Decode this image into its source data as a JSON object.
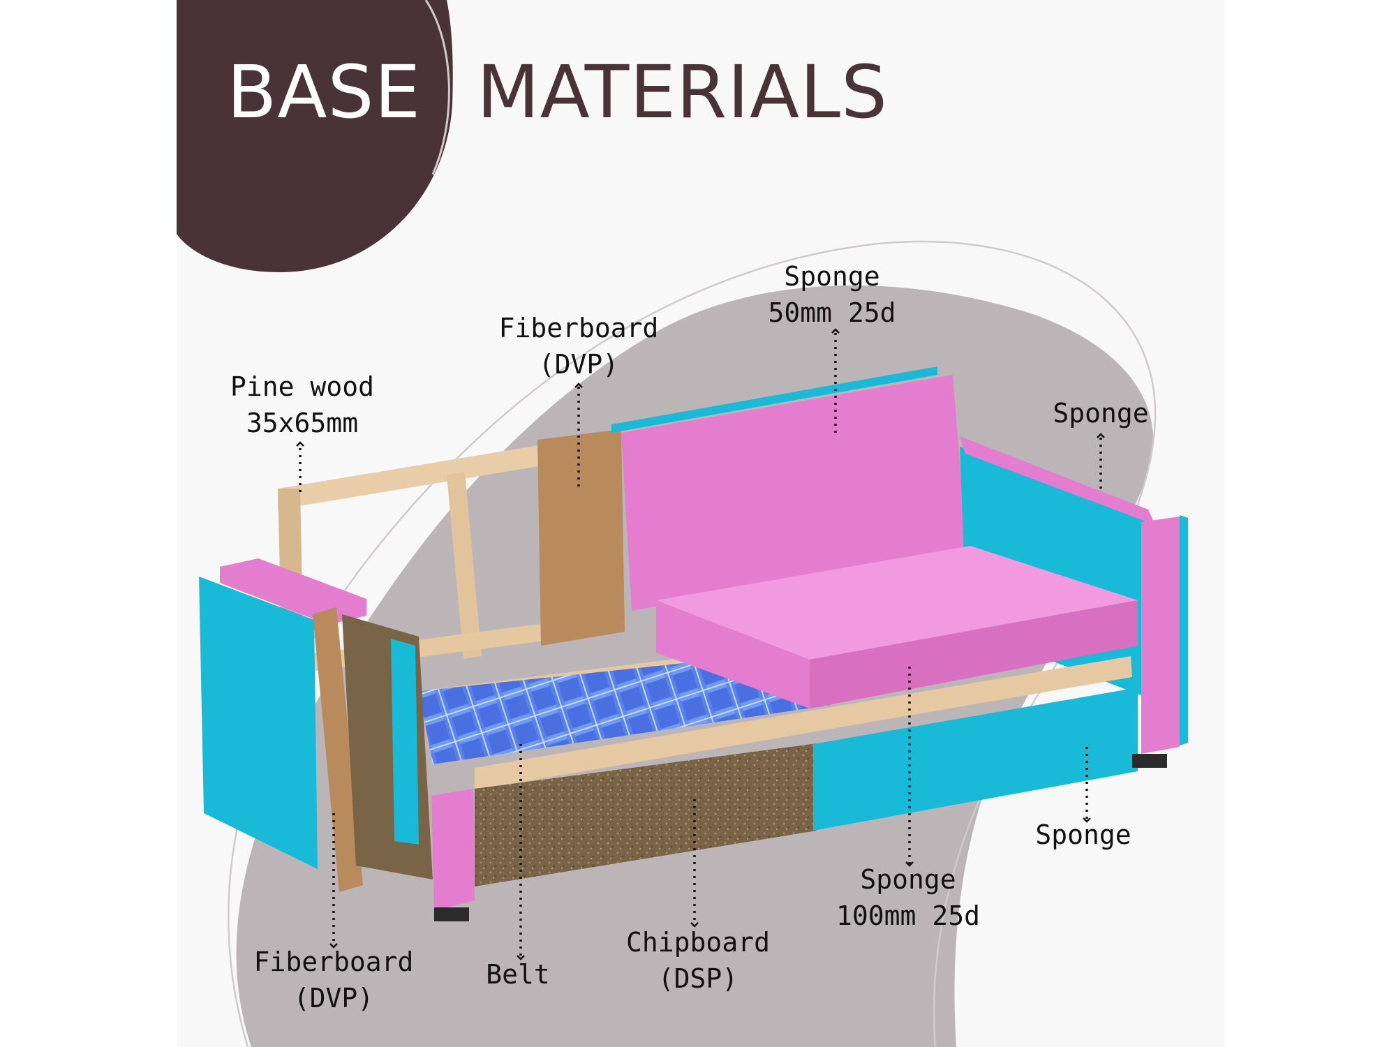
{
  "title": {
    "word1": "BASE",
    "word2": "MATERIALS"
  },
  "colors": {
    "title_dark": "#4a3239",
    "sponge_pink": "#e47ccf",
    "sponge_blue": "#19b9d8",
    "backdrop_grey": "#bbb5b7"
  },
  "labels": {
    "pine_wood": {
      "line1": "Pine wood",
      "line2": "35x65mm"
    },
    "fiberboard_top": {
      "line1": "Fiberboard",
      "line2": "(DVP)"
    },
    "sponge_back": {
      "line1": "Sponge",
      "line2": "50mm 25d"
    },
    "sponge_arm": {
      "line1": "Sponge"
    },
    "sponge_front": {
      "line1": "Sponge"
    },
    "sponge_seat": {
      "line1": "Sponge",
      "line2": "100mm 25d"
    },
    "chipboard": {
      "line1": "Chipboard",
      "line2": "(DSP)"
    },
    "belt": {
      "line1": "Belt"
    },
    "fiberboard_bottom": {
      "line1": "Fiberboard",
      "line2": "(DVP)"
    }
  }
}
